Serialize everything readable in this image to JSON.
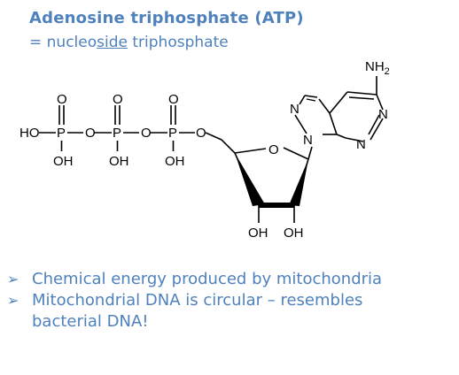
{
  "title": "Adenosine triphosphate (ATP)",
  "subtitle": {
    "prefix": "= nucleo",
    "underlined": "side",
    "suffix": " triphosphate"
  },
  "molecule": {
    "ho_terminal": "HO",
    "phosphorus": "P",
    "oxygen": "O",
    "hydroxyl": "OH",
    "amine": "NH",
    "amine_subscript": "2",
    "nitrogen": "N"
  },
  "bullets": [
    {
      "arrow": "➢",
      "lines": [
        "Chemical energy produced by mitochondria"
      ]
    },
    {
      "arrow": "➢",
      "lines": [
        "Mitochondrial DNA is circular – resembles",
        "bacterial DNA!"
      ]
    }
  ],
  "colors": {
    "accent": "#4f81bd",
    "ink": "#000000"
  }
}
